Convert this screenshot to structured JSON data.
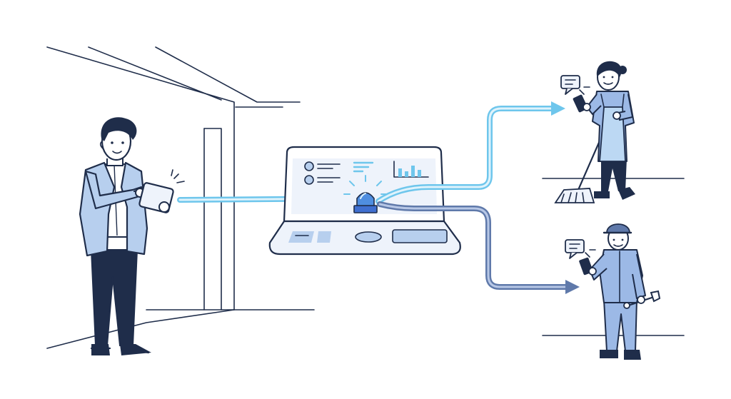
{
  "colors": {
    "ink": "#1f2d4a",
    "line_light": "#6ec6ec",
    "line_light_inner": "#dff3fc",
    "line_dark": "#5f79aa",
    "line_dark_inner": "#b7c7e6",
    "jacket": "#b7cfee",
    "uniform": "#9cb9e6",
    "apron": "#bcd8f3",
    "panel": "#eef3fb",
    "skin": "#ffffff"
  },
  "icons": {
    "alert": "alarm-beacon-icon",
    "tablet": "tablet-icon",
    "chat": "chat-bubble-icon",
    "wrench": "wrench-icon",
    "mop": "mop-icon",
    "phone": "smartphone-icon"
  },
  "diagram": {
    "nodes": [
      "manager-with-tablet",
      "alert-console",
      "cleaning-staff",
      "maintenance-technician"
    ],
    "connections": [
      {
        "from": "manager-with-tablet",
        "to": "alert-console"
      },
      {
        "from": "alert-console",
        "to": "cleaning-staff"
      },
      {
        "from": "alert-console",
        "to": "maintenance-technician"
      }
    ]
  }
}
